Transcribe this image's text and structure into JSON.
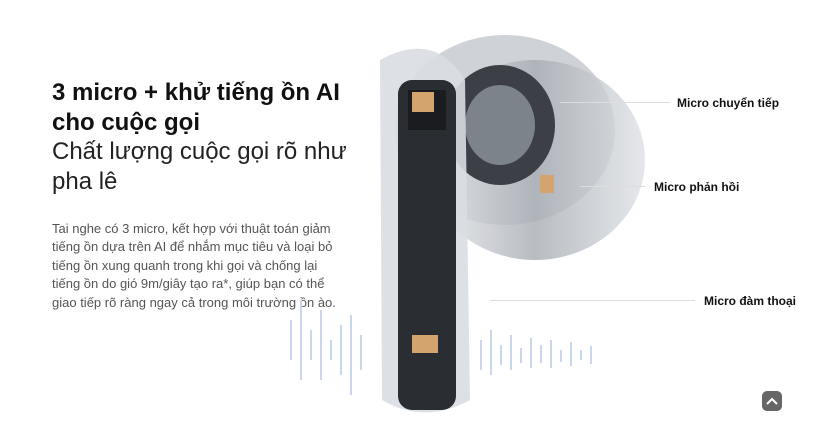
{
  "heading": {
    "bold": "3 micro + khử tiếng ồn AI cho cuộc gọi",
    "light": "Chất lượng cuộc gọi rõ như pha lê"
  },
  "description": "Tai nghe có 3 micro, kết hợp với thuật toán giảm tiếng ồn dựa trên AI để nhắm mục tiêu và loại bỏ tiếng ồn xung quanh trong khi gọi và chống lại tiếng ồn do gió 9m/giây tạo ra*, giúp bạn có thể giao tiếp rõ ràng ngay cả trong môi trường ồn ào.",
  "callouts": [
    "Micro chuyển tiếp",
    "Micro phản hồi",
    "Micro đàm thoại"
  ],
  "icons": {
    "scroll_top": "chevron-up-icon"
  }
}
